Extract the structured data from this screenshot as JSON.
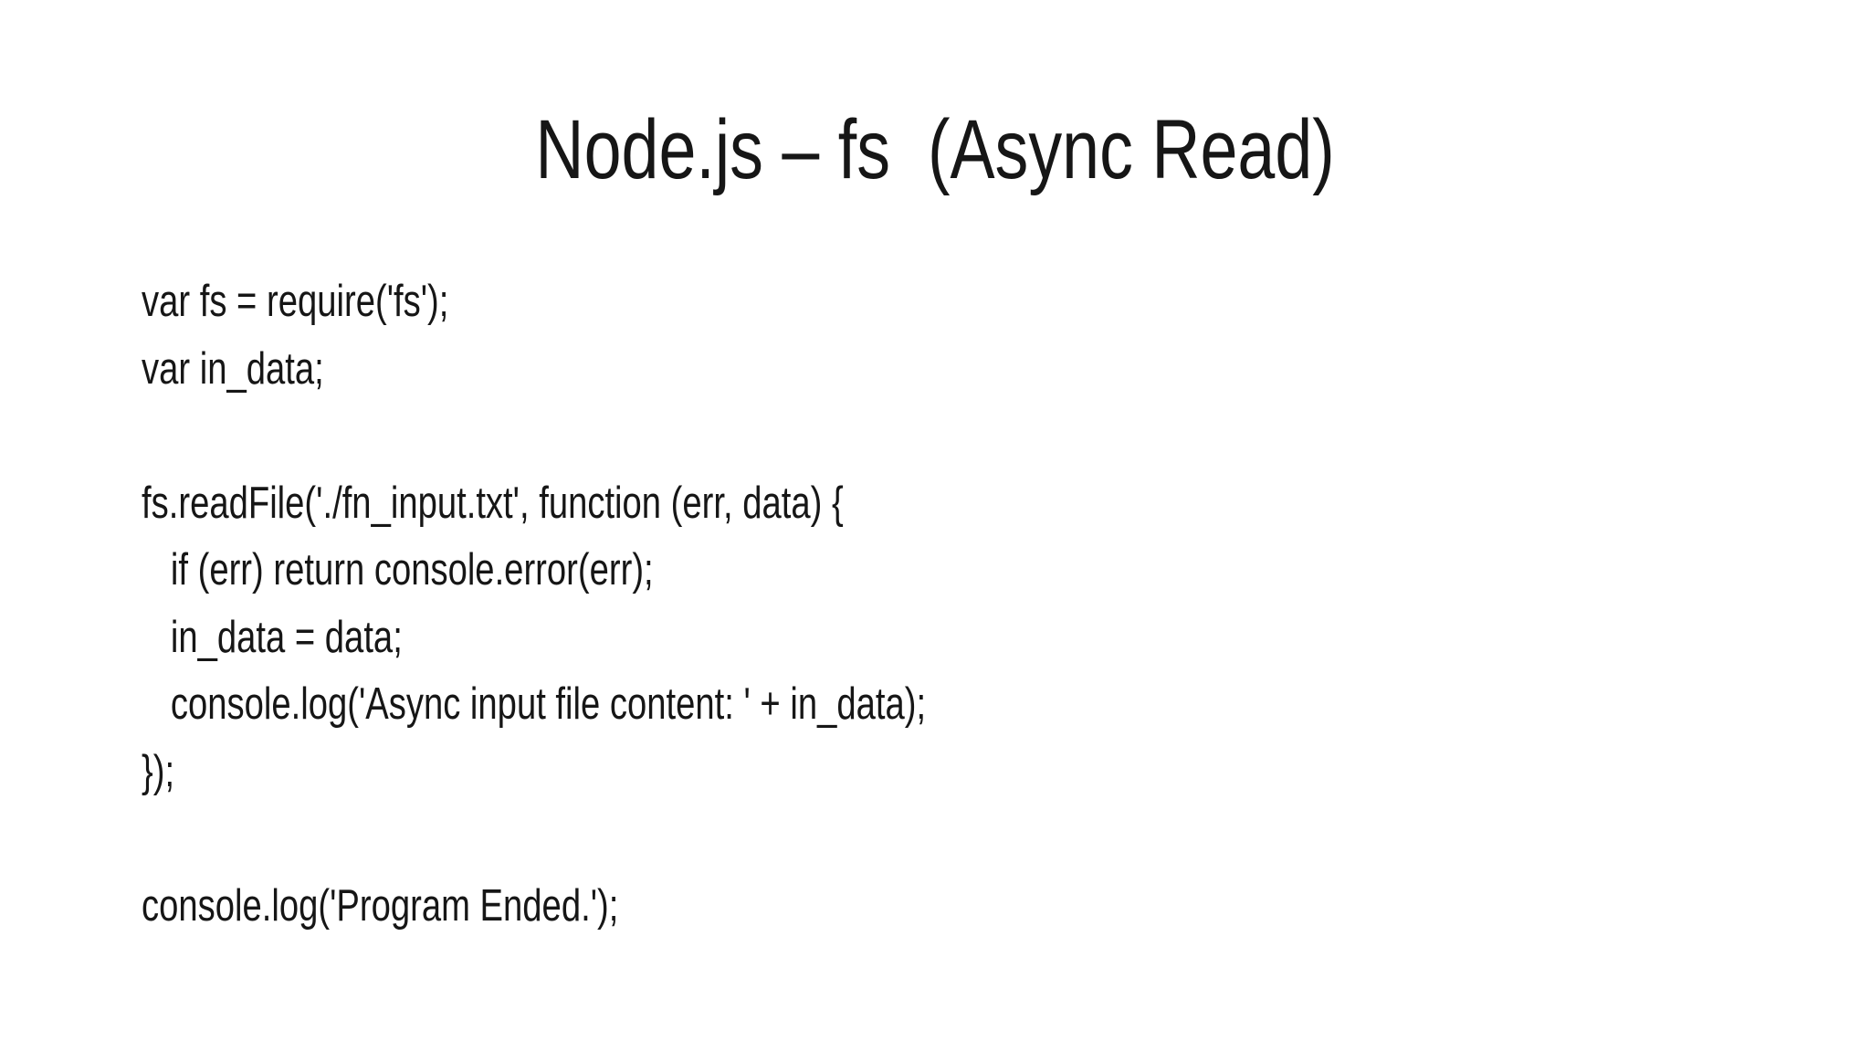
{
  "slide": {
    "background_color": "#ffffff",
    "text_color": "#161616",
    "title": "Node.js – fs  (Async Read)",
    "code_lines": [
      "var fs = require('fs');",
      "var in_data;",
      "",
      "fs.readFile('./fn_input.txt', function (err, data) {",
      "   if (err) return console.error(err);",
      "   in_data = data;",
      "   console.log('Async input file content: ' + in_data);",
      "});",
      "",
      "console.log('Program Ended.');"
    ]
  }
}
